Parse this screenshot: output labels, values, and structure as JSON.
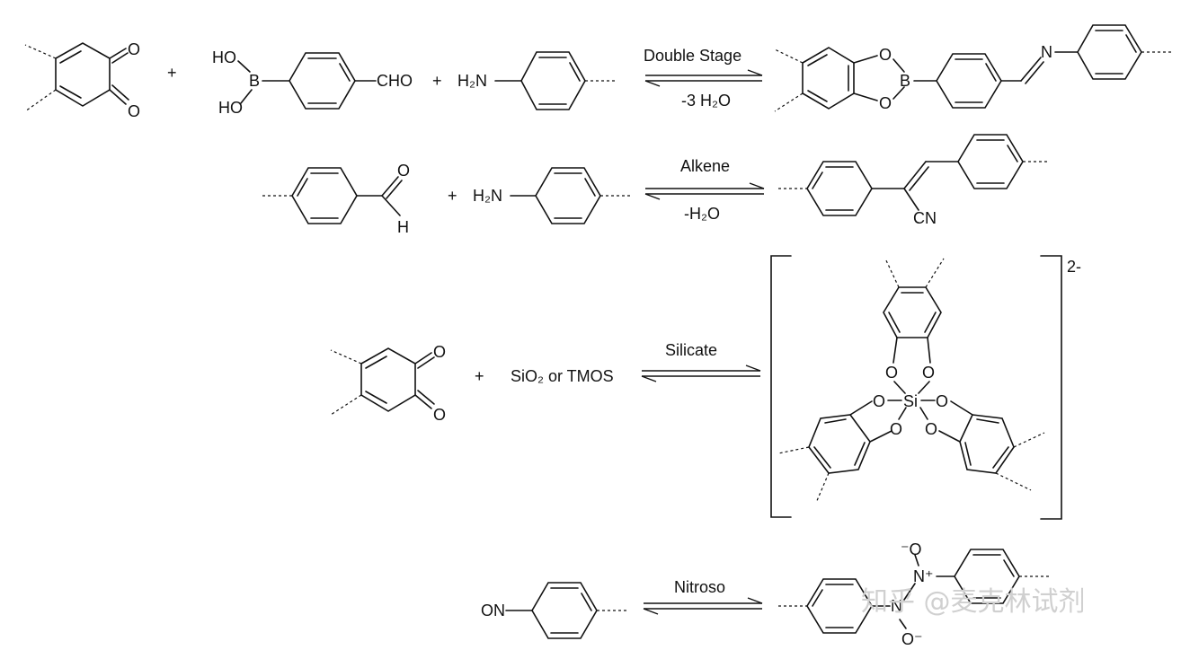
{
  "reactions": [
    {
      "name": "Double Stage",
      "reagent_plus_1": "+",
      "reagent_plus_2": "+",
      "diol_O1": "O",
      "diol_O2": "O",
      "boronic_HO1": "HO",
      "boronic_HO2": "HO",
      "boronic_B": "B",
      "aldehyde": "CHO",
      "amine": "H₂N",
      "condition_top": "Double Stage",
      "condition_bottom": "-3 H₂O",
      "product_O1": "O",
      "product_O2": "O",
      "product_B": "B",
      "product_N": "N"
    },
    {
      "name": "Alkene",
      "plus": "+",
      "aldehyde_O": "O",
      "aldehyde_H": "H",
      "amine": "H₂N",
      "condition_top": "Alkene",
      "condition_bottom": "-H₂O",
      "product_CN": "CN"
    },
    {
      "name": "Silicate",
      "plus": "+",
      "quinone_O1": "O",
      "quinone_O2": "O",
      "reagent": "SiO₂ or TMOS",
      "condition_top": "Silicate",
      "Si": "Si",
      "O_labels": [
        "O",
        "O",
        "O",
        "O",
        "O",
        "O"
      ],
      "charge": "2-"
    },
    {
      "name": "Nitroso",
      "reactant": "ON",
      "condition_top": "Nitroso",
      "N_plus": "N⁺",
      "N": "N",
      "O_minus_top": "⁻O",
      "O_minus_bottom": "O⁻"
    }
  ],
  "watermark": "知乎 @麦克林试剂"
}
